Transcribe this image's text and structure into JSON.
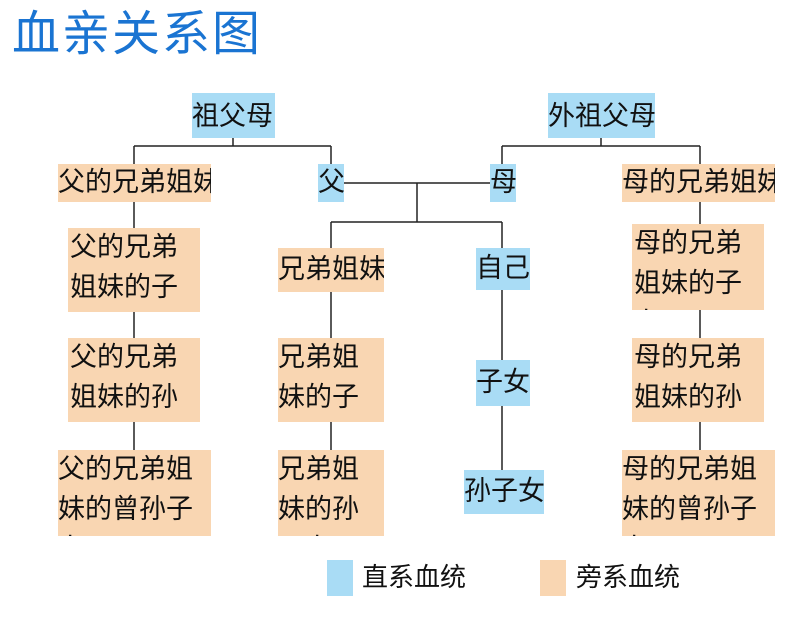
{
  "title": "血亲关系图",
  "colors": {
    "direct": "#a9dcf5",
    "collateral": "#f9d6b2",
    "title": "#1a74d2"
  },
  "nodes": {
    "grandparents": "祖父母",
    "maternal_grandparents": "外祖父母",
    "father_siblings": "父的兄弟姐妹",
    "father": "父",
    "mother": "母",
    "mother_siblings": "母的兄弟姐妹",
    "father_siblings_children": "父的兄弟姐妹的子女",
    "siblings": "兄弟姐妹",
    "self": "自己",
    "mother_siblings_children": "母的兄弟姐妹的子女",
    "father_siblings_grandchildren": "父的兄弟姐妹的孙子女",
    "siblings_children": "兄弟姐妹的子女",
    "children": "子女",
    "mother_siblings_grandchildren": "母的兄弟姐妹的孙子女",
    "father_siblings_great_grandchildren": "父的兄弟姐妹的曾孙子女",
    "siblings_grandchildren": "兄弟姐妹的孙子女",
    "grandchildren": "孙子女",
    "mother_siblings_great_grandchildren": "母的兄弟姐妹的曾孙子女"
  },
  "legend": {
    "direct_label": "直系血统",
    "collateral_label": "旁系血统"
  }
}
